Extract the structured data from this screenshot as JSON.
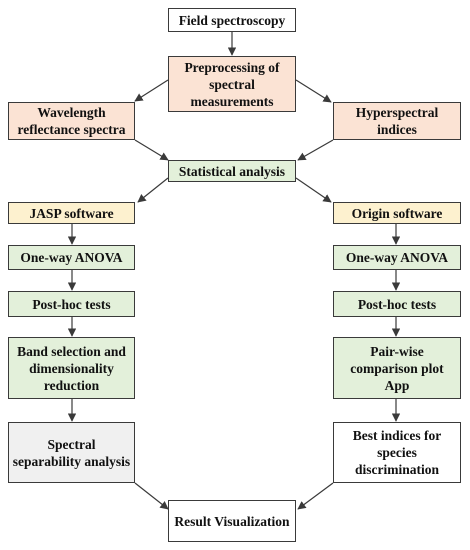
{
  "nodes": {
    "field_spectroscopy": "Field spectroscopy",
    "preprocessing": "Preprocessing of spectral measurements",
    "wavelength_reflectance": "Wavelength reflectance spectra",
    "hyperspectral_indices": "Hyperspectral indices",
    "statistical_analysis": "Statistical analysis",
    "jasp_software": "JASP software",
    "origin_software": "Origin software",
    "anova_left": "One-way ANOVA",
    "anova_right": "One-way ANOVA",
    "posthoc_left": "Post-hoc tests",
    "posthoc_right": "Post-hoc tests",
    "band_selection": "Band selection and dimensionality reduction",
    "pairwise_comparison": "Pair-wise comparison plot App",
    "spectral_separability": "Spectral separability analysis",
    "best_indices": "Best indices for species discrimination",
    "result_visualization": "Result Visualization"
  },
  "colors": {
    "peach": "#fbe3d4",
    "green": "#e3f0da",
    "yellow": "#fdf1cf",
    "grey": "#f0f0f0",
    "white": "#ffffff",
    "line": "#3a3a3a"
  }
}
